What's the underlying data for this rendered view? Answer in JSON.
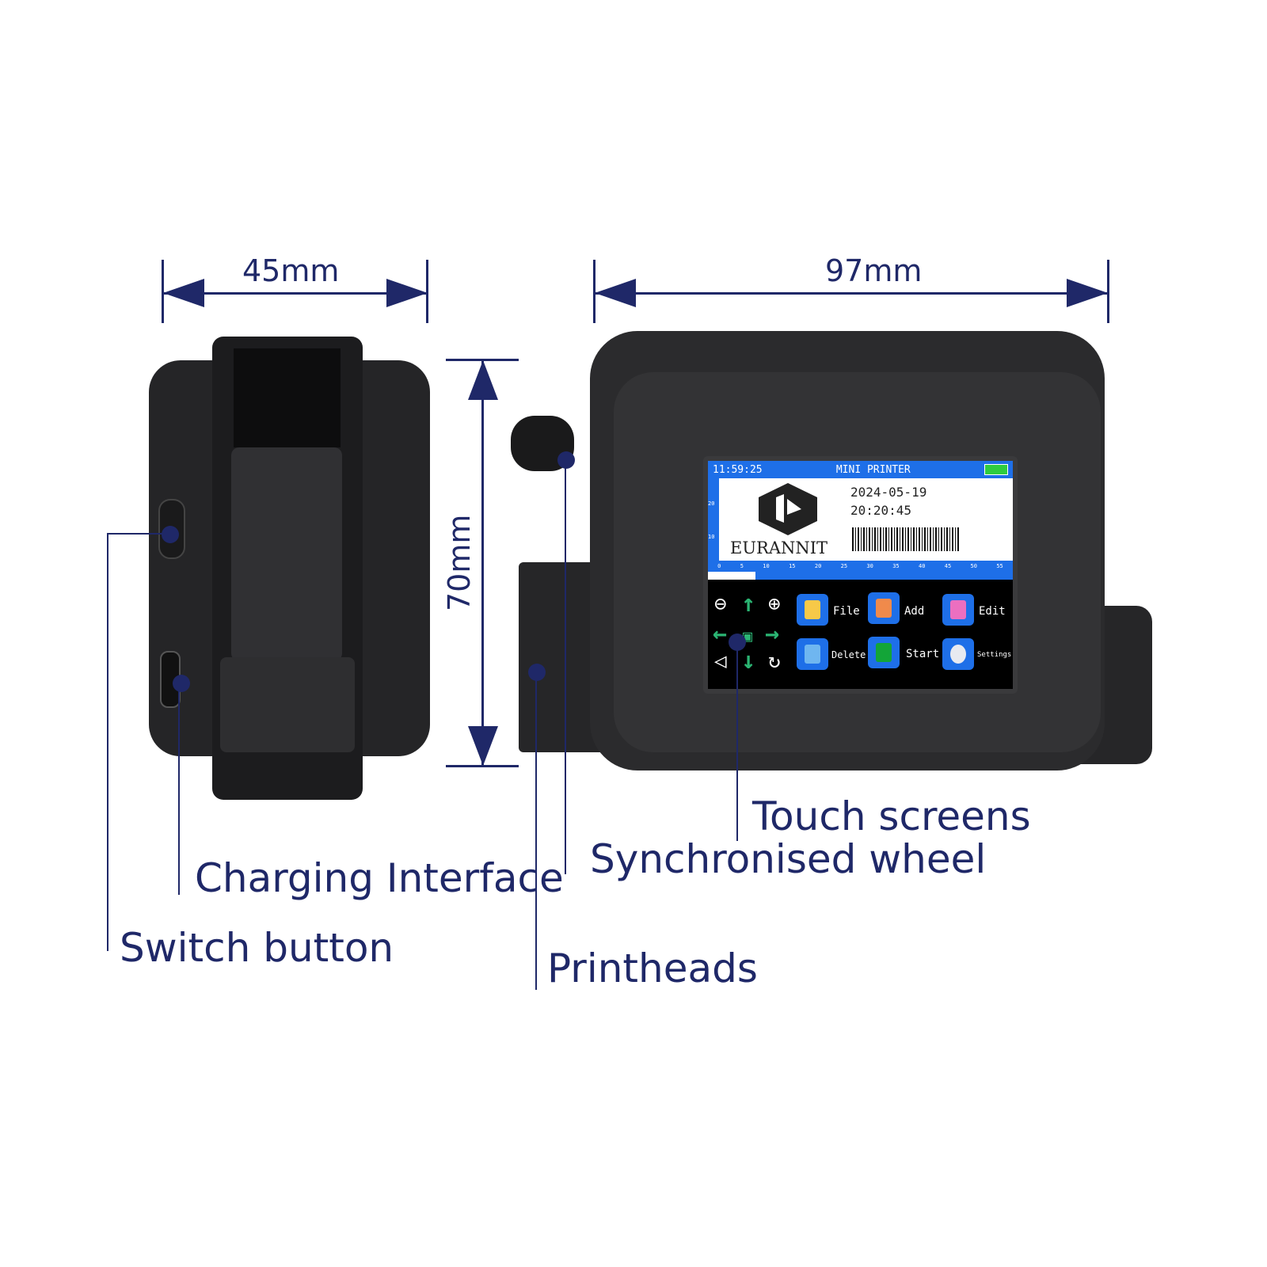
{
  "dimensions": {
    "width_side": "45mm",
    "width_front": "97mm",
    "height": "70mm"
  },
  "callouts": {
    "touch_screens": "Touch screens",
    "synchronised_wheel": "Synchronised wheel",
    "charging_interface": "Charging Interface",
    "switch_button": "Switch button",
    "printheads": "Printheads"
  },
  "screen": {
    "time": "11:59:25",
    "title": "MINI PRINTER",
    "battery_level": 1.0,
    "logo_text": "EURANNIT",
    "date": "2024-05-19",
    "print_time": "20:20:45",
    "ruler_ticks": [
      "0",
      "5",
      "10",
      "15",
      "20",
      "25",
      "30",
      "35",
      "40",
      "45",
      "50",
      "55"
    ],
    "side_ruler_ticks": [
      "20",
      "10"
    ],
    "buttons": [
      {
        "label": "File",
        "color": "#f7c948"
      },
      {
        "label": "Add",
        "color": "#f08a4b"
      },
      {
        "label": "Edit",
        "color": "#ec6fc0"
      },
      {
        "label": "Delete",
        "color": "#6fb6f0"
      },
      {
        "label": "Start",
        "color": "#13a538"
      },
      {
        "label": "Settings",
        "color": "#e8eaf0"
      }
    ]
  },
  "colors": {
    "annotation": "#1f2868",
    "screen_accent": "#1e6fe8",
    "device": "#2a2a2c"
  }
}
